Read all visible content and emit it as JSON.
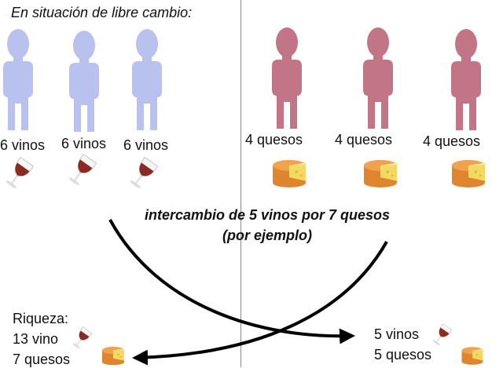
{
  "heading": "En situación de libre cambio:",
  "colors": {
    "wine_people": "#b9c2ee",
    "cheese_people": "#c27586",
    "wine": "#8b2a22",
    "cheese": "#e8913a",
    "cheese_cut": "#f5e06a",
    "divider": "#8a8a8a"
  },
  "wine_people": [
    {
      "label": "6 vinos"
    },
    {
      "label": "6 vinos"
    },
    {
      "label": "6 vinos"
    }
  ],
  "cheese_people": [
    {
      "label": "4 quesos"
    },
    {
      "label": "4 quesos"
    },
    {
      "label": "4 quesos"
    }
  ],
  "exchange": {
    "line1": "intercambio de 5 vinos por 7 quesos",
    "line2": "(por ejemplo)"
  },
  "left_result": {
    "title": "Riqueza:",
    "wine": "13 vino",
    "cheese": "7 quesos"
  },
  "right_result": {
    "wine": "5 vinos",
    "cheese": "5 quesos"
  },
  "icons": {
    "person": "person-icon",
    "wine": "wine-glass-icon",
    "cheese": "cheese-icon"
  }
}
